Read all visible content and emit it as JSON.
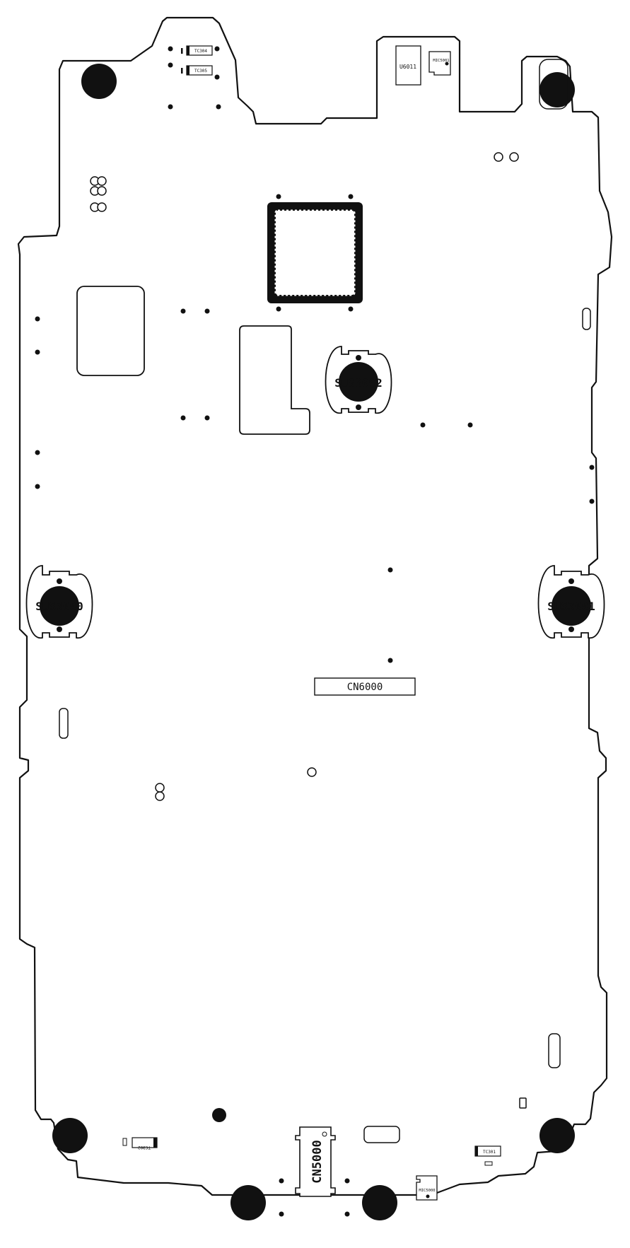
{
  "watermark": "ictomobile",
  "labels": {
    "sus3000": "SUS3000",
    "sus3001": "SUS3001",
    "sus3002": "SUS3002",
    "cn6000": "CN6000",
    "cn5000": "CN5000",
    "u6011": "U6011",
    "mic5001": "MIC5001",
    "mic5000": "MIC5000",
    "tc304": "TC304",
    "tc305": "TC305",
    "tc301": "TC301",
    "tc302": "TC302"
  },
  "colors": {
    "outline": "#111111",
    "fill": "#111111",
    "background": "#ffffff",
    "watermark": "#f1f1f1"
  }
}
